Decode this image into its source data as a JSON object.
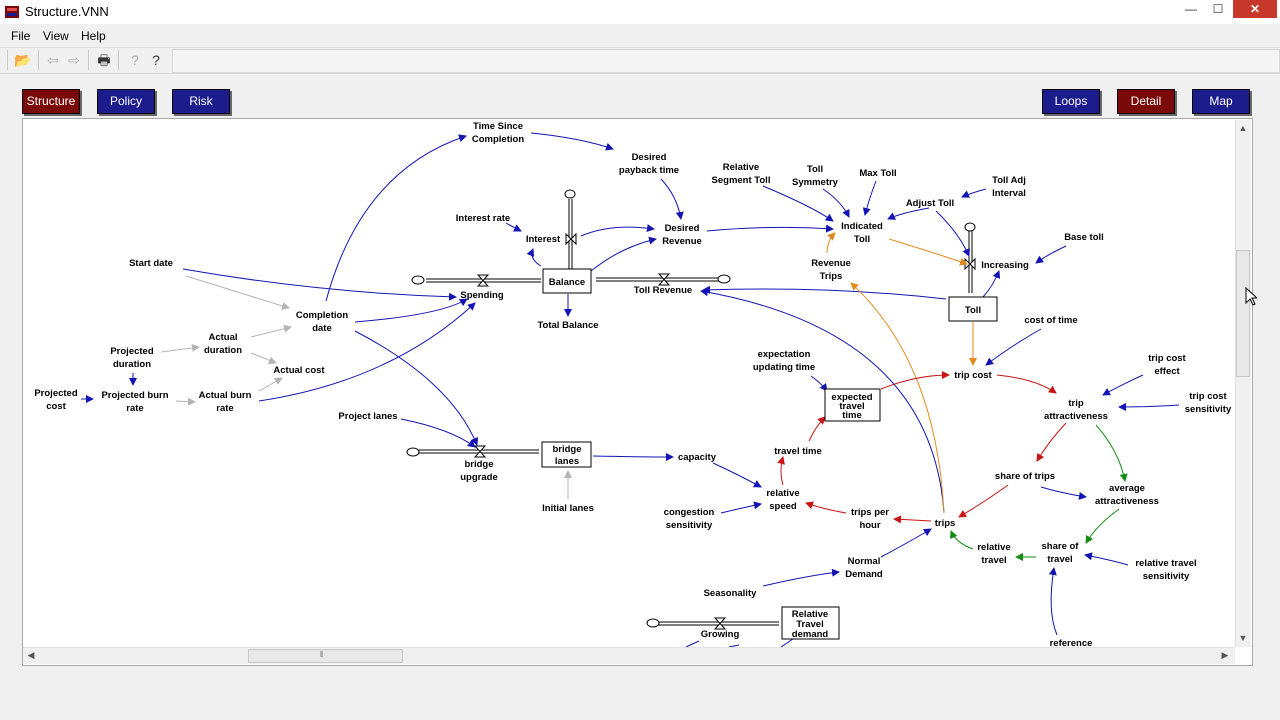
{
  "window": {
    "title": "Structure.VNN",
    "minimize": "—",
    "maximize": "☐",
    "close": "✕"
  },
  "menu": [
    "File",
    "View",
    "Help"
  ],
  "toolbar": {
    "open": "📂",
    "back": "⇦",
    "forward": "⇨",
    "print": "🖶",
    "whats_this": "?",
    "help": "?"
  },
  "nav": {
    "structure": "Structure",
    "policy": "Policy",
    "risk": "Risk",
    "loops": "Loops",
    "detail": "Detail",
    "map": "Map"
  },
  "scroll": {
    "up": "▲",
    "down": "▼",
    "left": "◀",
    "right": "▶",
    "grip": "⦀"
  },
  "diagram": {
    "variables": {
      "time_since_1": "Time Since",
      "time_since_2": "Completion",
      "desired_payback_1": "Desired",
      "desired_payback_2": "payback time",
      "interest_rate": "Interest rate",
      "interest": "Interest",
      "desired_revenue_1": "Desired",
      "desired_revenue_2": "Revenue",
      "relative_segment_1": "Relative",
      "relative_segment_2": "Segment Toll",
      "toll_symmetry_1": "Toll",
      "toll_symmetry_2": "Symmetry",
      "max_toll": "Max Toll",
      "indicated_toll_1": "Indicated",
      "indicated_toll_2": "Toll",
      "adjust_toll": "Adjust Toll",
      "toll_adj_1": "Toll Adj",
      "toll_adj_2": "Interval",
      "increasing": "Increasing",
      "base_toll": "Base toll",
      "revenue_trips_1": "Revenue",
      "revenue_trips_2": "Trips",
      "start_date": "Start date",
      "spending": "Spending",
      "toll_revenue": "Toll Revenue",
      "total_balance": "Total Balance",
      "completion_1": "Completion",
      "completion_2": "date",
      "actual_duration_1": "Actual",
      "actual_duration_2": "duration",
      "projected_duration_1": "Projected",
      "projected_duration_2": "duration",
      "actual_cost": "Actual cost",
      "projected_cost_1": "Projected",
      "projected_cost_2": "cost",
      "projected_burn_1": "Projected burn",
      "projected_burn_2": "rate",
      "actual_burn_1": "Actual burn",
      "actual_burn_2": "rate",
      "cost_of_time": "cost of time",
      "expectation_1": "expectation",
      "expectation_2": "updating time",
      "trip_cost": "trip cost",
      "trip_cost_effect_1": "trip cost",
      "trip_cost_effect_2": "effect",
      "trip_attr_1": "trip",
      "trip_attr_2": "attractiveness",
      "trip_cost_sens_1": "trip cost",
      "trip_cost_sens_2": "sensitivity",
      "project_lanes": "Project lanes",
      "bridge_upgrade_1": "bridge",
      "bridge_upgrade_2": "upgrade",
      "capacity": "capacity",
      "travel_time": "travel time",
      "share_of_trips": "share of trips",
      "avg_attr_1": "average",
      "avg_attr_2": "attractiveness",
      "initial_lanes": "Initial lanes",
      "congestion_1": "congestion",
      "congestion_2": "sensitivity",
      "relative_speed_1": "relative",
      "relative_speed_2": "speed",
      "trips_per_hour_1": "trips per",
      "trips_per_hour_2": "hour",
      "trips": "trips",
      "relative_travel_1": "relative",
      "relative_travel_2": "travel",
      "share_of_travel_1": "share of",
      "share_of_travel_2": "travel",
      "rel_travel_sens_1": "relative travel",
      "rel_travel_sens_2": "sensitivity",
      "normal_demand_1": "Normal",
      "normal_demand_2": "Demand",
      "seasonality": "Seasonality",
      "growing": "Growing",
      "reference": "reference"
    },
    "stocks": {
      "balance": "Balance",
      "toll": "Toll",
      "expected_tt_1": "expected",
      "expected_tt_2": "travel",
      "expected_tt_3": "time",
      "bridge_lanes_1": "bridge",
      "bridge_lanes_2": "lanes",
      "rtd_1": "Relative",
      "rtd_2": "Travel",
      "rtd_3": "demand"
    },
    "colors": {
      "blue": "#1414b4",
      "gray": "#b4b4b4",
      "orange": "#e08a1e",
      "red": "#c81414",
      "green": "#148c14",
      "black": "#000000"
    }
  }
}
